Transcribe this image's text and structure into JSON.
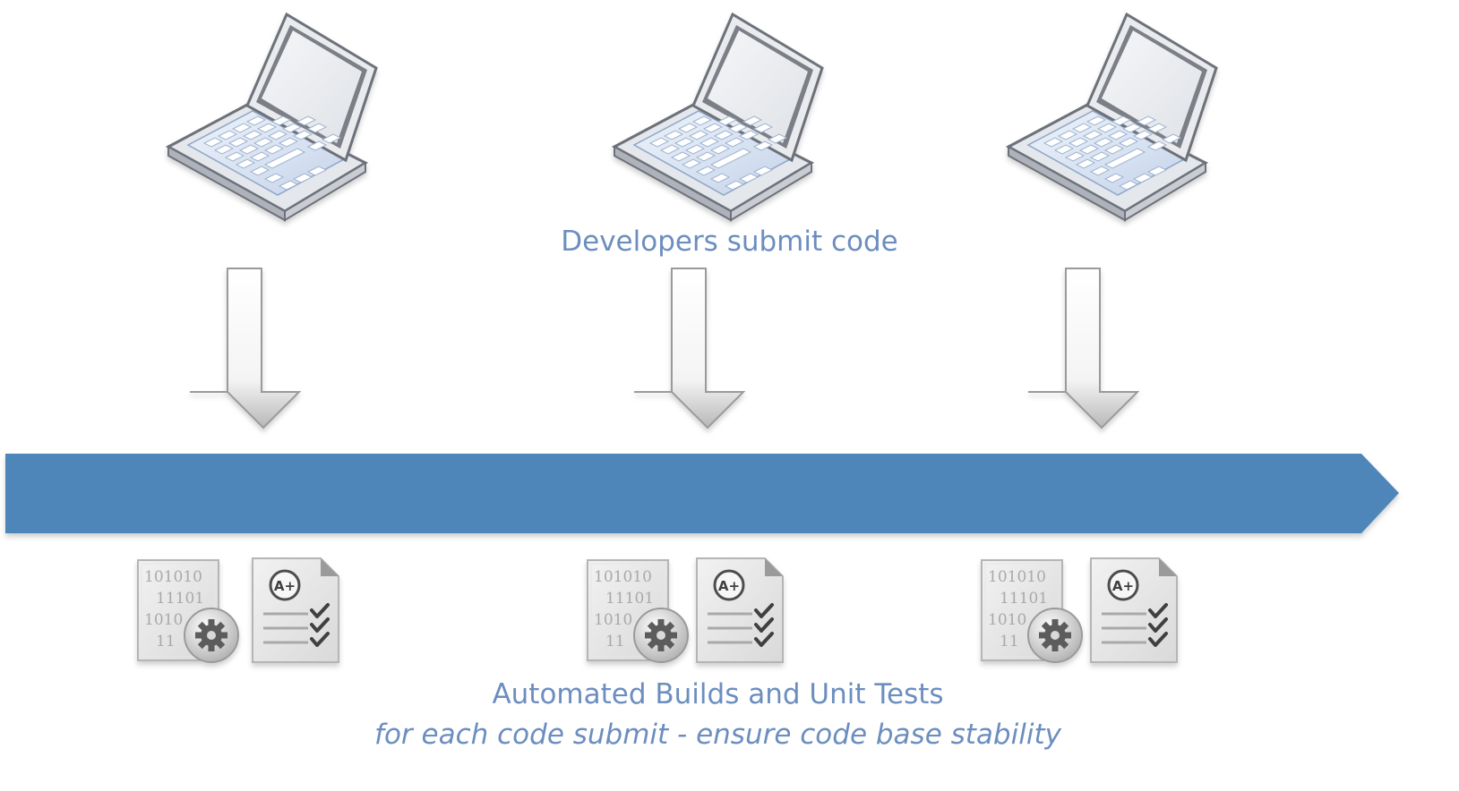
{
  "diagram": {
    "developers_label": "Developers submit code",
    "builds_title": "Automated Builds and Unit Tests",
    "builds_subtitle": "for each code submit - ensure code base stability",
    "colors": {
      "pipeline_band": "#4f86b9",
      "label_text": "#6c8ebf"
    },
    "build_doc_lines": [
      "101010",
      "11101",
      "1010",
      "11"
    ],
    "report_grade": "A+",
    "developers": [
      {
        "icon": "laptop-icon"
      },
      {
        "icon": "laptop-icon"
      },
      {
        "icon": "laptop-icon"
      }
    ],
    "build_steps": [
      {
        "icons": [
          "build-document-gear-icon",
          "test-report-checklist-icon"
        ]
      },
      {
        "icons": [
          "build-document-gear-icon",
          "test-report-checklist-icon"
        ]
      },
      {
        "icons": [
          "build-document-gear-icon",
          "test-report-checklist-icon"
        ]
      }
    ]
  }
}
